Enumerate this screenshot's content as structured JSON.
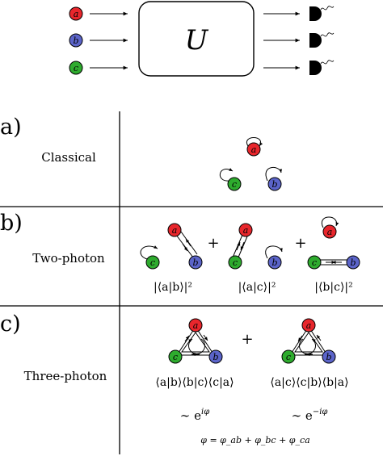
{
  "top": {
    "inputs": [
      "a",
      "b",
      "c"
    ],
    "unitary_label": "U"
  },
  "colors": {
    "a": "#e8262c",
    "b": "#5b64c9",
    "c": "#2eab2e",
    "line": "#000000",
    "background": "#ffffff"
  },
  "rows": [
    {
      "panel": "a)",
      "label": "Classical"
    },
    {
      "panel": "b)",
      "label": "Two-photon",
      "plus": "+",
      "terms": [
        "|⟨a|b⟩|²",
        "|⟨a|c⟩|²",
        "|⟨b|c⟩|²"
      ]
    },
    {
      "panel": "c)",
      "label": "Three-photon",
      "plus": "+",
      "terms": [
        "⟨a|b⟩⟨b|c⟩⟨c|a⟩",
        "⟨a|c⟩⟨c|b⟩⟨b|a⟩"
      ],
      "phases": [
        "∼ e^{iφ}",
        "∼ e^{−iφ}"
      ],
      "phase_prefix": "∼ e",
      "phase_exp": [
        "iφ",
        "−iφ"
      ],
      "phase_definition": "φ = φ_ab + φ_bc + φ_ca"
    }
  ]
}
